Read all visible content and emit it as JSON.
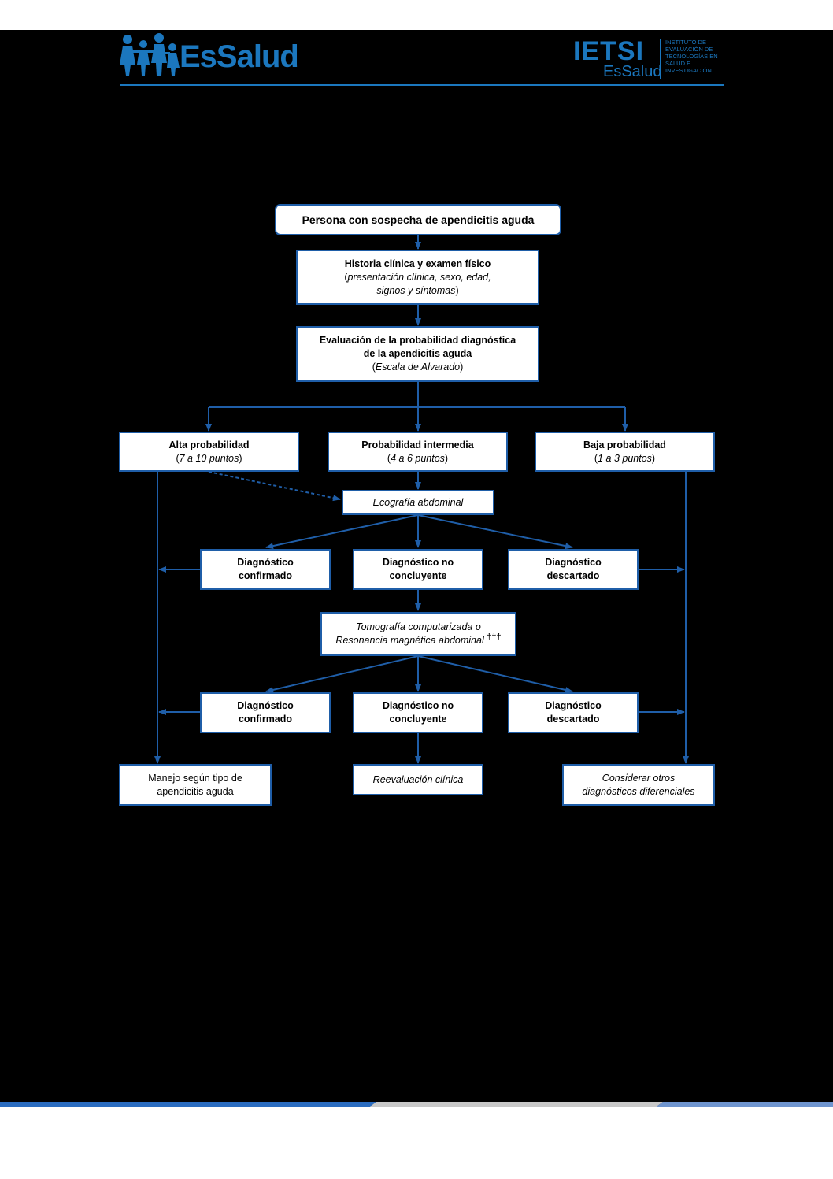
{
  "header": {
    "left_logo_text": "EsSalud",
    "right_logo_title": "IETSI",
    "right_logo_subtitle": "EsSalud",
    "right_logo_caption_lines": [
      "INSTITUTO DE",
      "EVALUACIÓN DE",
      "TECNOLOGÍAS EN",
      "SALUD E",
      "INVESTIGACIÓN"
    ]
  },
  "flowchart": {
    "start": {
      "label": "Persona con sospecha de apendicitis aguda"
    },
    "history": {
      "title": "Historia clínica y examen físico",
      "detail_open": "(",
      "detail_line1": "presentación clínica, sexo, edad,",
      "detail_line2": "signos y síntomas",
      "detail_close": ")"
    },
    "evaluation": {
      "title_line1": "Evaluación de la probabilidad diagnóstica",
      "title_line2": "de la apendicitis aguda",
      "detail_open": "(",
      "detail": "Escala de Alvarado",
      "detail_close": ")"
    },
    "high": {
      "title": "Alta probabilidad",
      "open": "(",
      "detail": "7 a 10 puntos",
      "close": ")"
    },
    "intermediate": {
      "title": "Probabilidad intermedia",
      "open": "(",
      "detail": "4 a 6 puntos",
      "close": ")"
    },
    "low": {
      "title": "Baja probabilidad",
      "open": "(",
      "detail": "1 a 3 puntos",
      "close": ")"
    },
    "ultrasound": {
      "label": "Ecografía abdominal"
    },
    "us_confirmed": {
      "line1": "Diagnóstico",
      "line2": "confirmado"
    },
    "us_inconclusive": {
      "line1": "Diagnóstico no",
      "line2": "concluyente"
    },
    "us_discarded": {
      "line1": "Diagnóstico",
      "line2": "descartado"
    },
    "ct": {
      "line1": "Tomografía computarizada o",
      "line2": "Resonancia magnética abdominal",
      "mark": "†††"
    },
    "ct_confirmed": {
      "line1": "Diagnóstico",
      "line2": "confirmado"
    },
    "ct_inconclusive": {
      "line1": "Diagnóstico no",
      "line2": "concluyente"
    },
    "ct_discarded": {
      "line1": "Diagnóstico",
      "line2": "descartado"
    },
    "management": {
      "line1": "Manejo según tipo de",
      "line2": "apendicitis aguda"
    },
    "reevaluation": {
      "label": "Reevaluación clínica"
    },
    "differential": {
      "line1": "Considerar otros",
      "line2": "diagnósticos diferenciales"
    }
  },
  "colors": {
    "page_background": "#000000",
    "box_border": "#1f5ea8",
    "arrow": "#1f5ea8",
    "logo_blue": "#1b77be",
    "bar_blue": "#2a6cc0",
    "bar_grey": "#c8c8c8"
  }
}
